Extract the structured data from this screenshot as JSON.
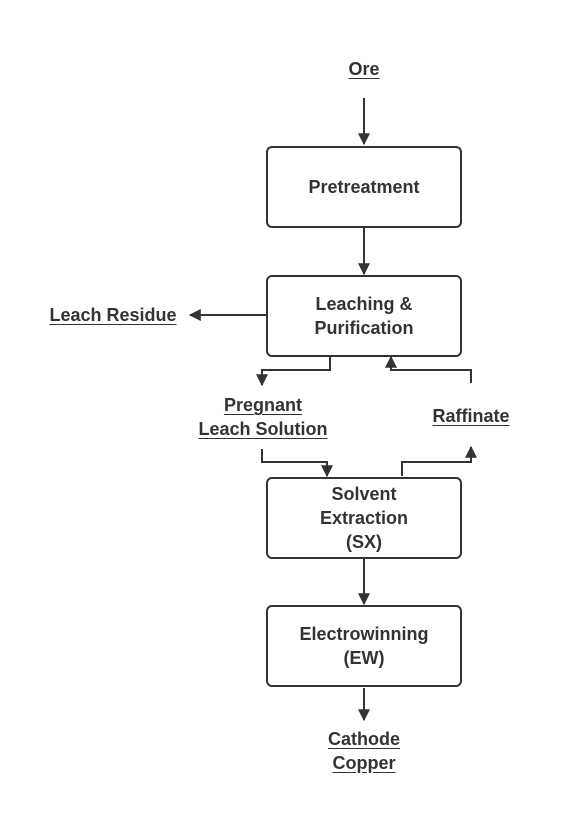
{
  "diagram": {
    "nodes": {
      "pretreatment": "Pretreatment",
      "leaching": "Leaching &\nPurification",
      "sx": "Solvent\nExtraction\n(SX)",
      "ew": "Electrowinning\n(EW)"
    },
    "labels": {
      "ore": "Ore",
      "leach_residue": "Leach Residue",
      "pregnant": "Pregnant\nLeach Solution",
      "raffinate": "Raffinate",
      "cathode": "Cathode\nCopper"
    },
    "colors": {
      "line": "#333333",
      "text": "#333333",
      "box_fill": "#ffffff"
    }
  }
}
